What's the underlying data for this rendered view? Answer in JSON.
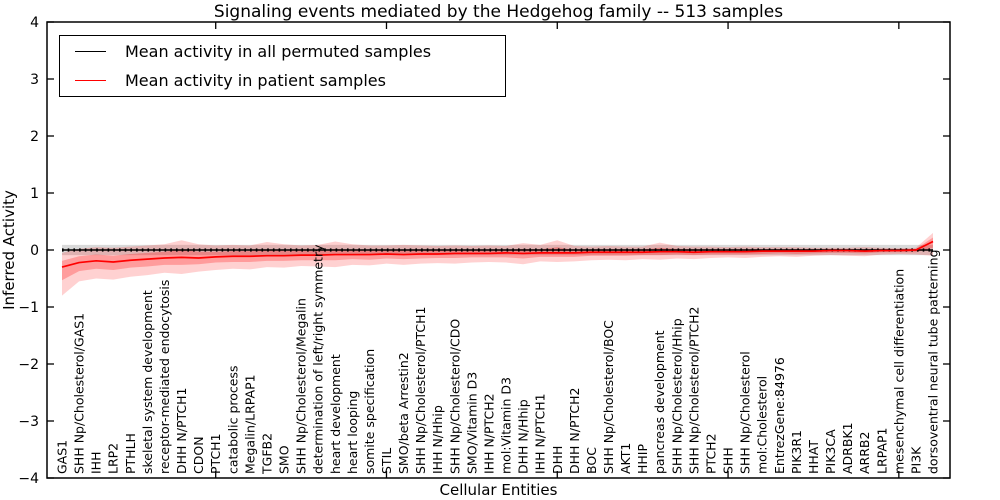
{
  "chart_data": {
    "type": "line",
    "title": "Signaling events mediated by the Hedgehog family -- 513 samples",
    "xlabel": "Cellular Entities",
    "ylabel": "Inferred Activity",
    "ylim": [
      -4,
      4
    ],
    "yticks": [
      4,
      3,
      2,
      1,
      0,
      -1,
      -2,
      -3,
      -4
    ],
    "xtick_indices": [
      9,
      19,
      29,
      39,
      49
    ],
    "grid": false,
    "legend_position": "upper left",
    "legend": [
      {
        "label": "Mean activity in all permuted samples",
        "color": "#000000"
      },
      {
        "label": "Mean activity in patient samples",
        "color": "#ff0000"
      }
    ],
    "categories": [
      "GAS1",
      "SHH Np/Cholesterol/GAS1",
      "IHH",
      "LRP2",
      "PTHLH",
      "skeletal system development",
      "receptor-mediated endocytosis",
      "DHH N/PTCH1",
      "CDON",
      "PTCH1",
      "catabolic process",
      "Megalin/LRPAP1",
      "TGFB2",
      "SMO",
      "SHH Np/Cholesterol/Megalin",
      "determination of left/right symmetry",
      "heart development",
      "heart looping",
      "somite specification",
      "STIL",
      "SMO/beta Arrestin2",
      "SHH Np/Cholesterol/PTCH1",
      "IHH N/Hhip",
      "SHH Np/Cholesterol/CDO",
      "SMO/Vitamin D3",
      "IHH N/PTCH2",
      "mol:Vitamin D3",
      "DHH N/Hhip",
      "IHH N/PTCH1",
      "DHH",
      "DHH N/PTCH2",
      "BOC",
      "SHH Np/Cholesterol/BOC",
      "AKT1",
      "HHIP",
      "pancreas development",
      "SHH Np/Cholesterol/Hhip",
      "SHH Np/Cholesterol/PTCH2",
      "PTCH2",
      "SHH",
      "SHH Np/Cholesterol",
      "mol:Cholesterol",
      "EntrezGene:84976",
      "PIK3R1",
      "HHAT",
      "PIK3CA",
      "ADRBK1",
      "ARRB2",
      "LRPAP1",
      "mesenchymal cell differentiation",
      "PI3K",
      "dorsoventral neural tube patterning"
    ],
    "series": [
      {
        "name": "Mean activity in all permuted samples",
        "color": "#000000",
        "style": "solid_with_dotted_overlay",
        "values": 0
      },
      {
        "name": "Mean activity in patient samples",
        "color": "#ff0000",
        "style": "solid",
        "values": [
          -0.3,
          -0.22,
          -0.19,
          -0.21,
          -0.18,
          -0.16,
          -0.14,
          -0.13,
          -0.14,
          -0.12,
          -0.11,
          -0.11,
          -0.1,
          -0.1,
          -0.09,
          -0.09,
          -0.08,
          -0.08,
          -0.08,
          -0.07,
          -0.08,
          -0.07,
          -0.07,
          -0.06,
          -0.06,
          -0.06,
          -0.05,
          -0.06,
          -0.05,
          -0.05,
          -0.05,
          -0.04,
          -0.04,
          -0.04,
          -0.04,
          -0.03,
          -0.03,
          -0.04,
          -0.03,
          -0.03,
          -0.03,
          -0.02,
          -0.02,
          -0.02,
          -0.02,
          -0.01,
          -0.01,
          -0.02,
          -0.01,
          -0.01,
          0.0,
          0.15
        ]
      }
    ],
    "bands": [
      {
        "name": "permuted-samples-band",
        "color": "#aaaaaa",
        "opacity": 0.45,
        "upper": 0.09,
        "lower": -0.09
      },
      {
        "name": "patient-samples-outer-band",
        "color": "#ff0000",
        "opacity": 0.18,
        "upper": [
          -0.05,
          0.02,
          0.05,
          0.04,
          0.06,
          0.08,
          0.1,
          0.17,
          0.1,
          0.08,
          0.09,
          0.08,
          0.14,
          0.1,
          0.08,
          0.09,
          0.15,
          0.1,
          0.08,
          0.08,
          0.09,
          0.08,
          0.07,
          0.08,
          0.07,
          0.08,
          0.07,
          0.12,
          0.09,
          0.17,
          0.07,
          0.06,
          0.07,
          0.06,
          0.06,
          0.13,
          0.07,
          0.06,
          0.06,
          0.05,
          0.06,
          0.05,
          0.05,
          0.05,
          0.04,
          0.04,
          0.04,
          0.05,
          0.04,
          0.03,
          0.04,
          0.3
        ],
        "lower": [
          -0.8,
          -0.55,
          -0.5,
          -0.52,
          -0.47,
          -0.44,
          -0.4,
          -0.42,
          -0.38,
          -0.35,
          -0.33,
          -0.34,
          -0.3,
          -0.31,
          -0.28,
          -0.29,
          -0.3,
          -0.26,
          -0.27,
          -0.24,
          -0.26,
          -0.24,
          -0.23,
          -0.24,
          -0.22,
          -0.21,
          -0.22,
          -0.25,
          -0.2,
          -0.21,
          -0.2,
          -0.18,
          -0.17,
          -0.18,
          -0.16,
          -0.17,
          -0.15,
          -0.16,
          -0.14,
          -0.13,
          -0.14,
          -0.12,
          -0.11,
          -0.12,
          -0.1,
          -0.09,
          -0.1,
          -0.11,
          -0.08,
          -0.07,
          -0.08,
          -0.1
        ]
      },
      {
        "name": "patient-samples-inner-band",
        "color": "#ff0000",
        "opacity": 0.25,
        "upper": [
          -0.19,
          -0.11,
          -0.08,
          -0.1,
          -0.07,
          -0.05,
          -0.03,
          0.01,
          -0.03,
          -0.03,
          -0.02,
          -0.02,
          0.01,
          -0.01,
          -0.01,
          -0.01,
          0.02,
          0.0,
          -0.01,
          0.0,
          0.0,
          0.0,
          0.0,
          0.0,
          0.0,
          0.0,
          0.0,
          0.02,
          0.01,
          0.05,
          0.0,
          0.01,
          0.01,
          0.01,
          0.01,
          0.04,
          0.02,
          0.01,
          0.01,
          0.01,
          0.01,
          0.01,
          0.01,
          0.01,
          0.01,
          0.01,
          0.01,
          0.01,
          0.01,
          0.01,
          0.02,
          0.22
        ],
        "lower": [
          -0.53,
          -0.37,
          -0.33,
          -0.35,
          -0.31,
          -0.29,
          -0.26,
          -0.26,
          -0.25,
          -0.22,
          -0.21,
          -0.21,
          -0.19,
          -0.19,
          -0.18,
          -0.18,
          -0.18,
          -0.16,
          -0.17,
          -0.15,
          -0.16,
          -0.15,
          -0.14,
          -0.14,
          -0.13,
          -0.13,
          -0.13,
          -0.15,
          -0.12,
          -0.12,
          -0.12,
          -0.1,
          -0.1,
          -0.1,
          -0.09,
          -0.09,
          -0.08,
          -0.09,
          -0.08,
          -0.08,
          -0.08,
          -0.07,
          -0.06,
          -0.07,
          -0.06,
          -0.05,
          -0.05,
          -0.06,
          -0.04,
          -0.04,
          -0.04,
          0.04
        ]
      }
    ]
  }
}
